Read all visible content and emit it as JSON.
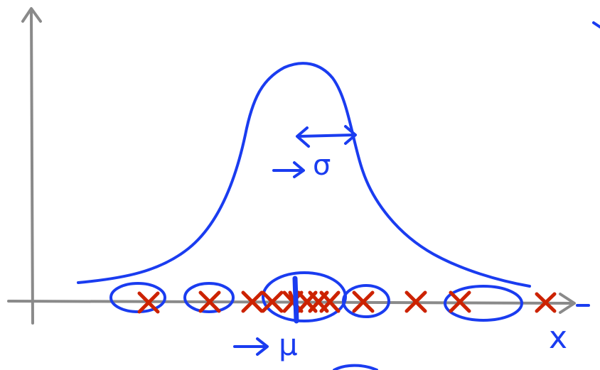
{
  "colors": {
    "ink": "#1a3cf0",
    "points": "#cc2200",
    "axes": "#8a8a8a",
    "background": "#ffffff"
  },
  "labels": {
    "mean": "μ",
    "spread": "σ",
    "axis_x": "x"
  },
  "data_points_count": 13,
  "icons": {
    "spread_arrow": "double-headed-arrow-icon",
    "pointer_arrow": "right-arrow-icon"
  }
}
